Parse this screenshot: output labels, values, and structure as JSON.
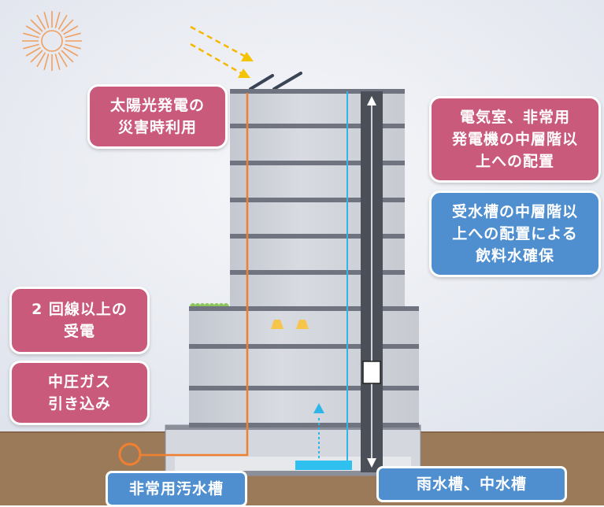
{
  "labels": {
    "solar": [
      "太陽光発電の",
      "災害時利用"
    ],
    "electrical_room": [
      "電気室、非常用",
      "発電機の中層階以",
      "上への配置"
    ],
    "water_tank": [
      "受水槽の中層階以",
      "上への配置による",
      "飲料水確保"
    ],
    "dual_line": [
      "2 回線以上の",
      "受電"
    ],
    "gas": [
      "中圧ガス",
      "引き込み"
    ],
    "sewage_tank": "非常用汚水槽",
    "rain_tank": "雨水槽、中水槽"
  },
  "colors": {
    "sky": "#e8ecf4",
    "ground": "#9b7a5a",
    "building": "#c9ccd3",
    "floor_slab": "#6f7480",
    "pink_label": "#c95a7c",
    "blue_label": "#4f8fcf",
    "power_line": "#f08030",
    "water_line": "#2fb6e8",
    "sun": "#f0a060",
    "sun_ray": "#f5c400"
  }
}
